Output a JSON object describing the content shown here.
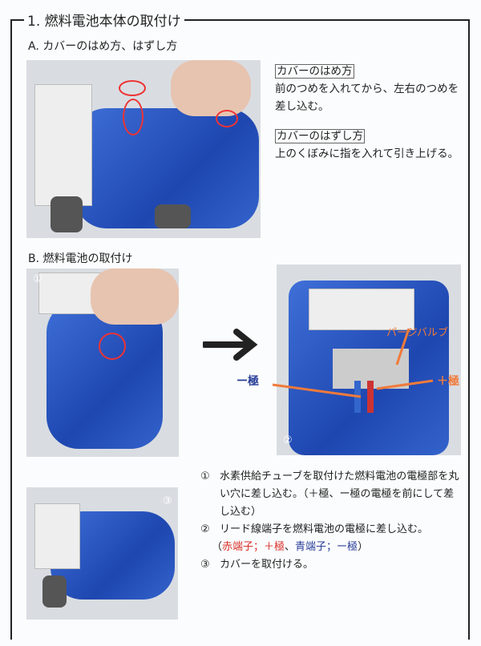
{
  "title": "1. 燃料電池本体の取付け",
  "sectionA": {
    "heading": "A. カバーのはめ方、はずし方",
    "fit_title": "カバーのはめ方",
    "fit_text": "前のつめを入れてから、左右のつめを差し込む。",
    "remove_title": "カバーのはずし方",
    "remove_text": "上のくぼみに指を入れて引き上げる。"
  },
  "sectionB": {
    "heading": "B. 燃料電池の取付け",
    "photo_numbers": [
      "①",
      "②",
      "③"
    ],
    "labels": {
      "purge_valve": "パージバルブ",
      "minus": "ー極",
      "plus": "＋極"
    },
    "steps": [
      {
        "num": "①",
        "text": "水素供給チューブを取付けた燃料電池の電極部を丸い穴に差し込む。（＋極、ー極の電極を前にして差し込む）"
      },
      {
        "num": "②",
        "text": "リード線端子を燃料電池の電極に差し込む。"
      },
      {
        "num": "③",
        "text": "カバーを取付ける。"
      }
    ],
    "step2_note": {
      "open": "（",
      "red": "赤端子；＋極",
      "sep": "、",
      "blue": "青端子；ー極",
      "close": "）"
    }
  },
  "colors": {
    "red": "#d9302a",
    "blue": "#2a3f99",
    "orange": "#f07a3a"
  }
}
